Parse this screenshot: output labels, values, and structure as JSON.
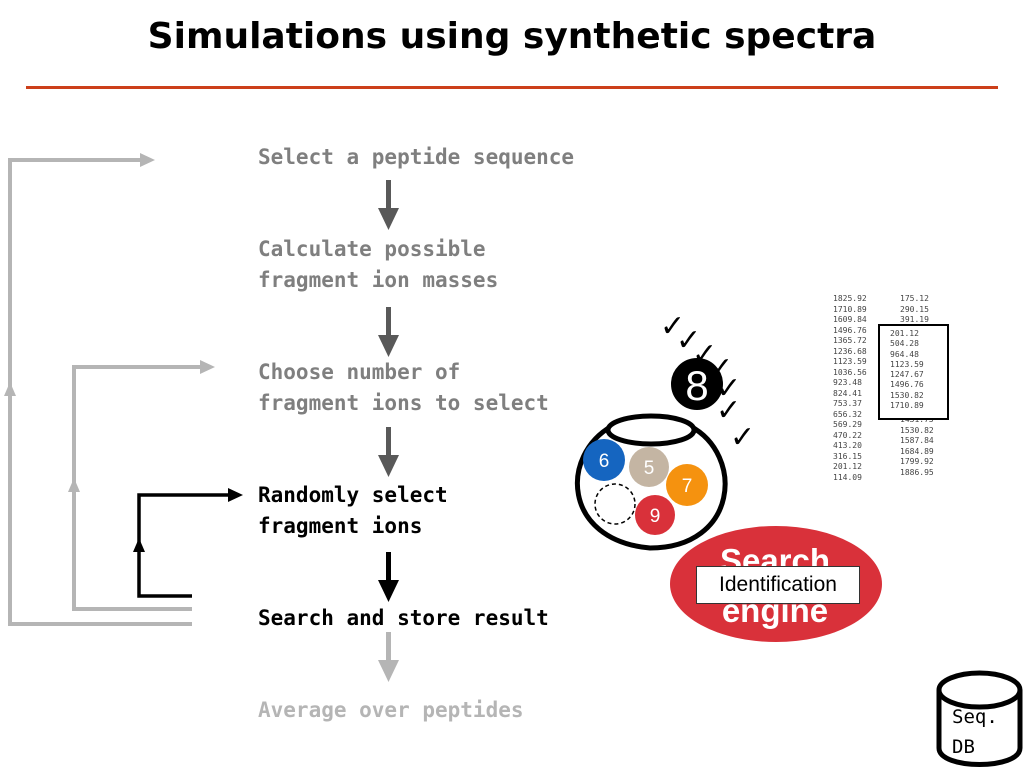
{
  "title": "Simulations using synthetic spectra",
  "steps": [
    {
      "lines": [
        "Select a peptide sequence"
      ]
    },
    {
      "lines": [
        "Calculate possible",
        "fragment ion masses"
      ]
    },
    {
      "lines": [
        "Choose number of",
        "fragment ions to select"
      ]
    },
    {
      "lines": [
        "Randomly select",
        "fragment ions"
      ]
    },
    {
      "lines": [
        "Search and store result"
      ]
    },
    {
      "lines": [
        "Average over peptides"
      ]
    }
  ],
  "spectrum": {
    "column_b": "1825.92\n1710.89\n1609.84\n1496.76\n1365.72\n1236.68\n1123.59\n1036.56\n923.48\n824.41\n753.37\n656.32\n569.29\n470.22\n413.20\n316.15\n201.12\n114.09",
    "column_y_top": "175.12\n290.15\n391.19",
    "column_y_bottom": "1431.75\n1530.82\n1587.84\n1684.89\n1799.92\n1886.95",
    "selected": "201.12\n504.28\n964.48\n1123.59\n1247.67\n1496.76\n1530.82\n1710.89"
  },
  "bowl": {
    "balls": [
      {
        "label": "6",
        "color": "#1565c0"
      },
      {
        "label": "5",
        "color": "#c4b5a3"
      },
      {
        "label": "7",
        "color": "#f5920f"
      },
      {
        "label": "9",
        "color": "#d9313a"
      }
    ],
    "drawn": "8",
    "check": "✓"
  },
  "search_engine": {
    "label_line1": "Search",
    "label_line2": "engine",
    "color": "#d9313a",
    "result": "Identification"
  },
  "database": {
    "line1": "Seq.",
    "line2": "DB"
  },
  "colors": {
    "title_rule": "#cc3f1a",
    "gray_arrow": "#595959",
    "light_loop": "#b5b5b5"
  }
}
